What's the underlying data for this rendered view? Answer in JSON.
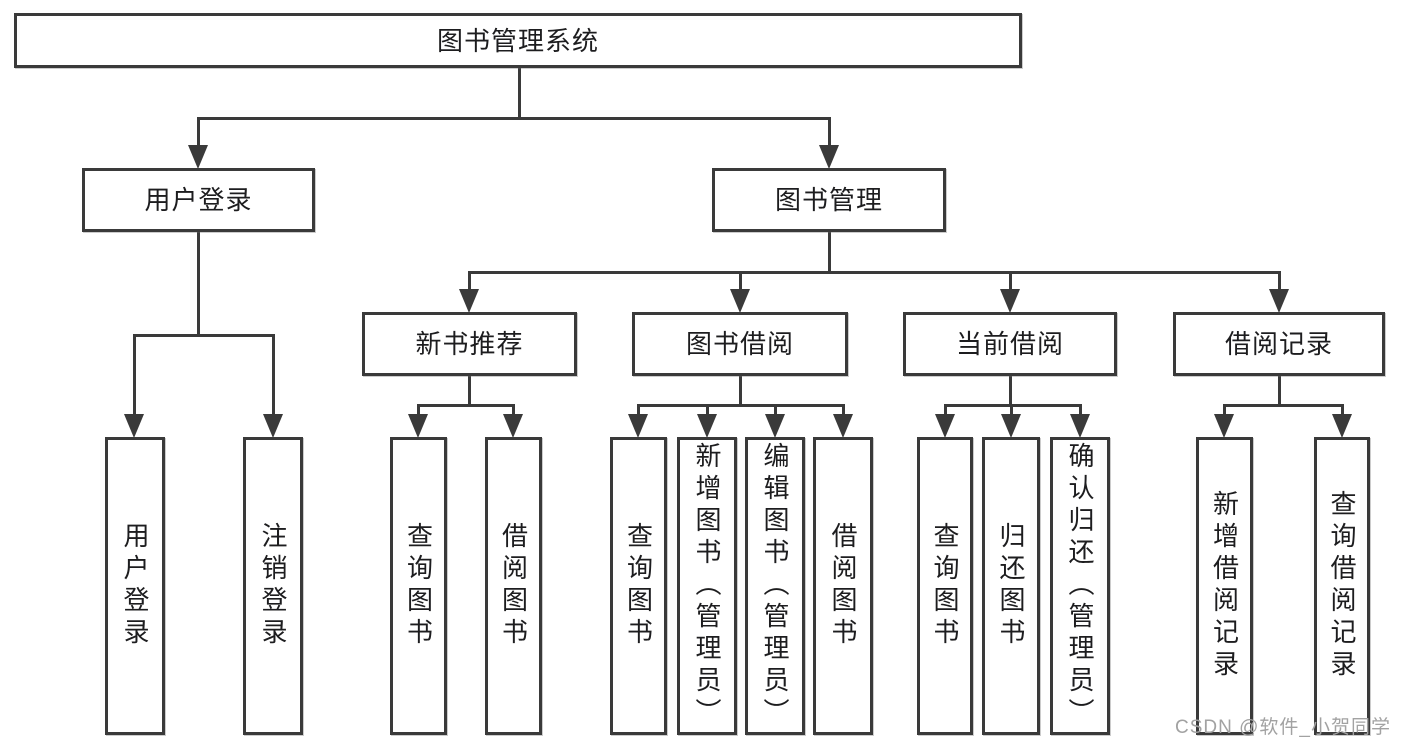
{
  "title": "图书管理系统",
  "watermark": "CSDN @软件_小贺同学",
  "colors": {
    "line": "#3a3a3a",
    "box_border": "#3a3a3a",
    "box_background": "#ffffff",
    "text": "#1d1d1f",
    "watermark": "#a2a2a2",
    "page_background": "#ffffff"
  },
  "tree": {
    "label": "图书管理系统",
    "children": [
      {
        "label": "用户登录",
        "children": [
          {
            "label": "用户登录"
          },
          {
            "label": "注销登录"
          }
        ]
      },
      {
        "label": "图书管理",
        "children": [
          {
            "label": "新书推荐",
            "children": [
              {
                "label": "查询图书"
              },
              {
                "label": "借阅图书"
              }
            ]
          },
          {
            "label": "图书借阅",
            "children": [
              {
                "label": "查询图书"
              },
              {
                "label": "新增图书（管理员）"
              },
              {
                "label": "编辑图书（管理员）"
              },
              {
                "label": "借阅图书"
              }
            ]
          },
          {
            "label": "当前借阅",
            "children": [
              {
                "label": "查询图书"
              },
              {
                "label": "归还图书"
              },
              {
                "label": "确认归还（管理员）"
              }
            ]
          },
          {
            "label": "借阅记录",
            "children": [
              {
                "label": "新增借阅记录"
              },
              {
                "label": "查询借阅记录"
              }
            ]
          }
        ]
      }
    ]
  }
}
